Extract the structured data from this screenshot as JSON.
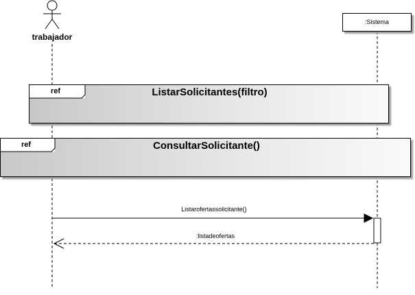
{
  "actor": {
    "name": "trabajador"
  },
  "participant": {
    "name": ":Sistema"
  },
  "fragments": [
    {
      "operator": "ref",
      "title": "ListarSolicitantes(filtro)"
    },
    {
      "operator": "ref",
      "title": "ConsultarSolicitante()"
    }
  ],
  "messages": [
    {
      "label": "Listarofertassolicitante()",
      "kind": "synchronous-call"
    },
    {
      "label": ":listadeofertas",
      "kind": "reply"
    }
  ]
}
